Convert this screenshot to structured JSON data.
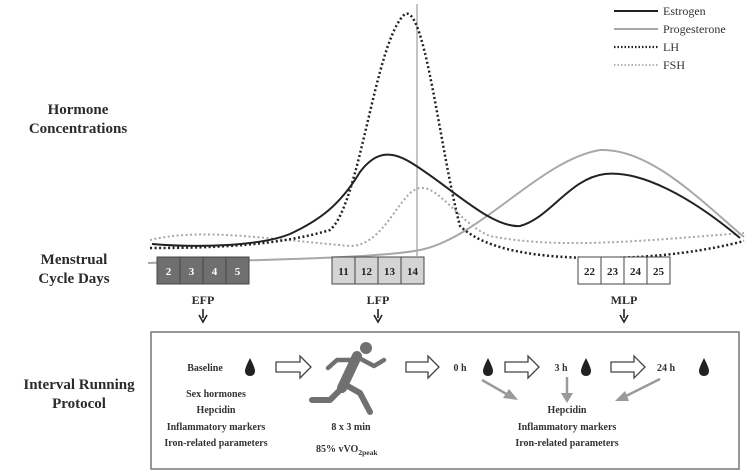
{
  "labels": {
    "hormone": [
      "Hormone",
      "Concentrations"
    ],
    "cycle": [
      "Menstrual",
      "Cycle Days"
    ],
    "protocol": [
      "Interval Running",
      "Protocol"
    ]
  },
  "legend": [
    {
      "name": "Estrogen",
      "color": "#222222",
      "style": "solid"
    },
    {
      "name": "Progesterone",
      "color": "#a8a8a8",
      "style": "solid"
    },
    {
      "name": "LH",
      "color": "#222222",
      "style": "dotted"
    },
    {
      "name": "FSH",
      "color": "#a8a8a8",
      "style": "dotted"
    }
  ],
  "phases": [
    {
      "name": "EFP",
      "days": [
        "2",
        "3",
        "4",
        "5"
      ],
      "fill": "#6f6f6f",
      "text_color": "#ffffff"
    },
    {
      "name": "LFP",
      "days": [
        "11",
        "12",
        "13",
        "14"
      ],
      "fill": "#d4d4d4",
      "text_color": "#222222"
    },
    {
      "name": "MLP",
      "days": [
        "22",
        "23",
        "24",
        "25"
      ],
      "fill": "#ffffff",
      "text_color": "#222222"
    }
  ],
  "protocol": {
    "baseline": "Baseline",
    "baseline_items": [
      "Sex hormones",
      "Hepcidin",
      "Inflammatory markers",
      "Iron-related parameters"
    ],
    "exercise_line1": "8 x 3 min",
    "exercise_line2_main": "85% vVO",
    "exercise_line2_sub": "2peak",
    "timepoints": [
      "0 h",
      "3 h",
      "24 h"
    ],
    "post_items": [
      "Hepcidin",
      "Inflammatory markers",
      "Iron-related parameters"
    ]
  }
}
